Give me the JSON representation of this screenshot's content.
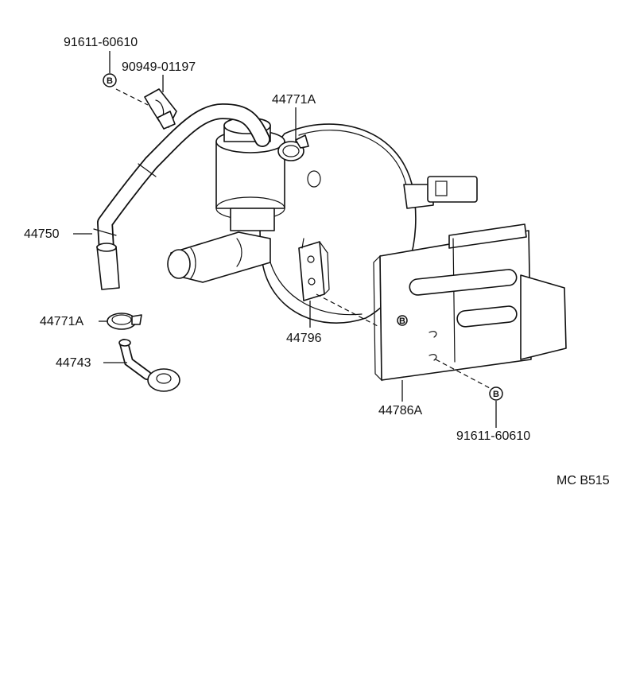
{
  "labels": {
    "bolt_top": "91611-60610",
    "clamp_top": "90949-01197",
    "clip_top": "44771A",
    "hose": "44750",
    "clip_lower": "44771A",
    "union": "44743",
    "stay": "44796",
    "bracket": "44786A",
    "bolt_bottom": "91611-60610",
    "code": "MC B515"
  },
  "badges": {
    "top": "B",
    "bottom": "B",
    "plate": "B"
  }
}
